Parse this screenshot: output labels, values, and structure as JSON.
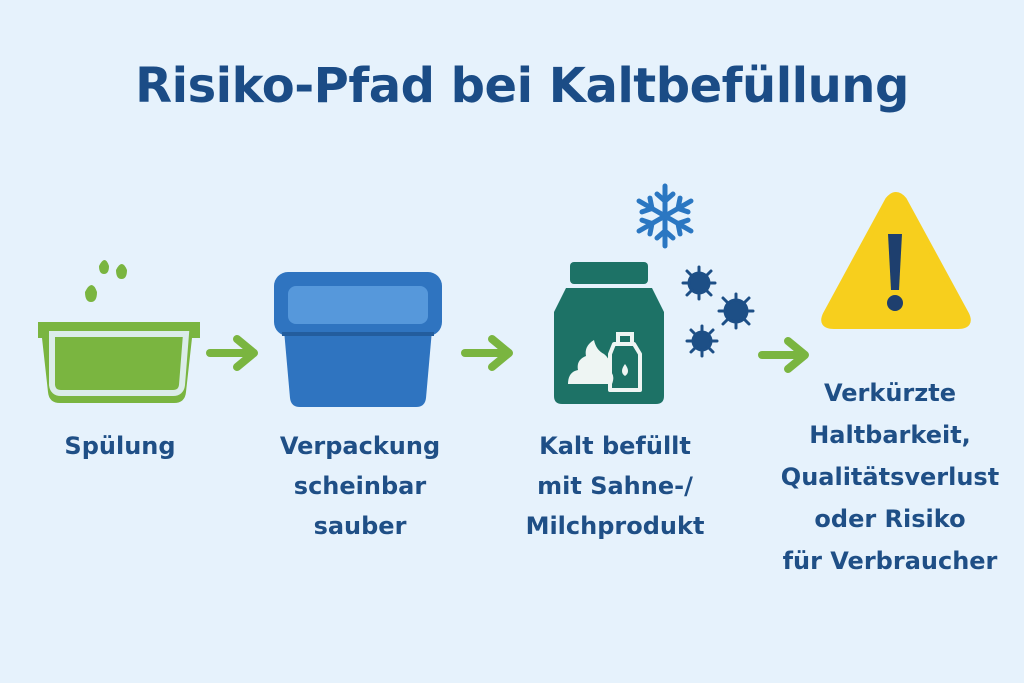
{
  "title": "Risiko-Pfad bei Kaltbefüllung",
  "steps": [
    {
      "label": "Spülung",
      "icon": "rinsing-bowl-icon"
    },
    {
      "label": "Verpackung\nscheinbar\nsauber",
      "icon": "container-icon"
    },
    {
      "label": "Kalt befüllt\nmit Sahne-/\nMilchprodukt",
      "icon": "dairy-jar-icon"
    },
    {
      "label": "Verkürzte\nHaltbarkeit,\nQualitätsverlust\noder Risiko\nfür Verbraucher",
      "icon": "warning-icon"
    }
  ],
  "colors": {
    "background": "#e6f2fc",
    "title": "#1b4c86",
    "label": "#1f4f86",
    "green": "#7ab540",
    "blue_container": "#2f74c0",
    "jar": "#1d7266",
    "snowflake": "#2b77c2",
    "microbe": "#1d4f86",
    "warning_fill": "#f7cf1d",
    "warning_mark": "#1e3f6e"
  }
}
